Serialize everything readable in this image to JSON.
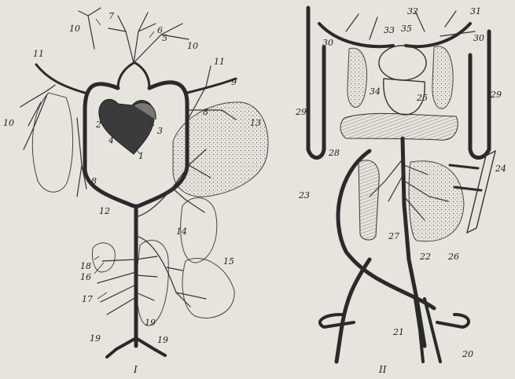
{
  "figure": {
    "panel_left": {
      "caption": "I",
      "labels": [
        "1",
        "2",
        "3",
        "4",
        "5",
        "6",
        "7",
        "8",
        "8",
        "9",
        "10",
        "10",
        "10",
        "11",
        "11",
        "12",
        "13",
        "14",
        "15",
        "16",
        "17",
        "18",
        "19",
        "19",
        "19"
      ]
    },
    "panel_right": {
      "caption": "II",
      "labels": [
        "20",
        "21",
        "22",
        "23",
        "24",
        "25",
        "26",
        "27",
        "28",
        "29",
        "29",
        "30",
        "30",
        "31",
        "32",
        "33",
        "34",
        "35"
      ]
    }
  }
}
